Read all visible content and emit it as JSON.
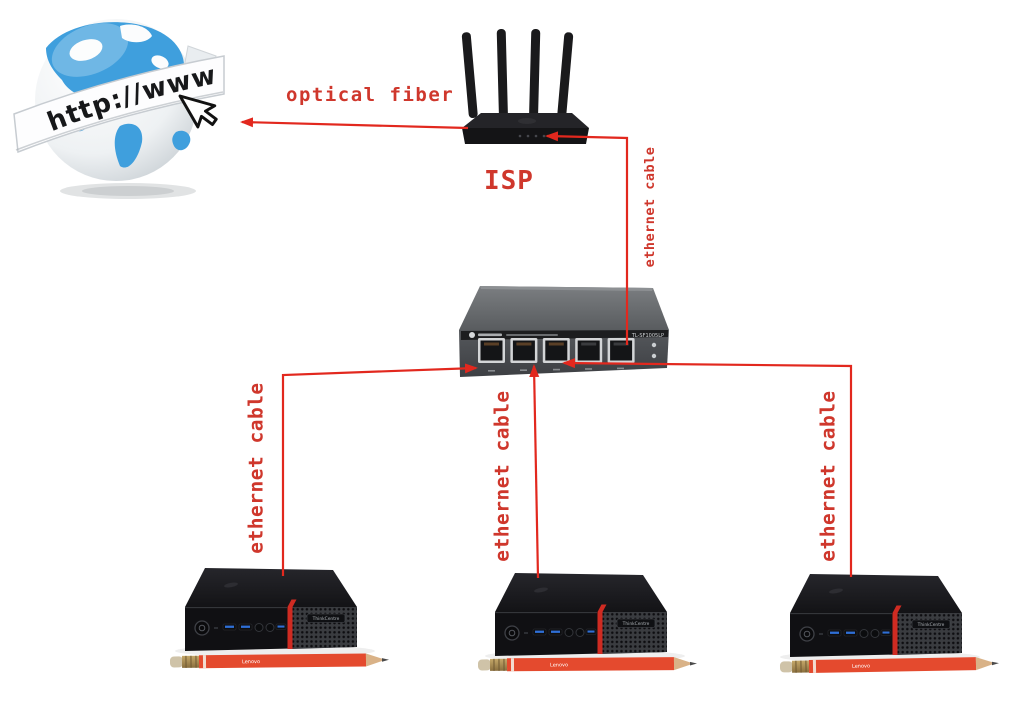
{
  "labels": {
    "optical_fiber": "optical fiber",
    "isp": "ISP",
    "ethernet_router": "ethernet cable",
    "ethernet_pc1": "ethernet cable",
    "ethernet_pc2": "ethernet cable",
    "ethernet_pc3": "ethernet cable"
  },
  "internet": {
    "banner": "http://www"
  },
  "switch": {
    "model": "TL-SF1005LP",
    "port_count": "5"
  },
  "computers": [
    {
      "badge": "ThinkCentre"
    },
    {
      "badge": "ThinkCentre"
    },
    {
      "badge": "ThinkCentre"
    }
  ],
  "pencils": [
    {
      "brand": "Lenovo"
    },
    {
      "brand": "Lenovo"
    },
    {
      "brand": "Lenovo"
    }
  ],
  "colors": {
    "label_red": "#cf372c",
    "line_red": "#e2281e",
    "globe_blue": "#3f9fdd"
  }
}
